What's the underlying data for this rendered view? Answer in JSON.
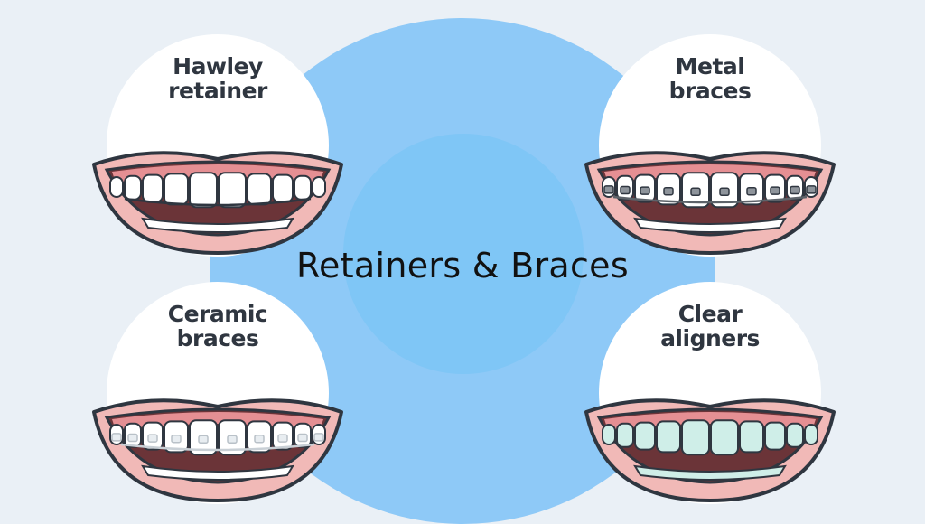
{
  "title": "Retainers & Braces",
  "colors": {
    "background": "#eaf0f6",
    "circle": "#8ec9f7",
    "lip": "#f1b9b7",
    "outline": "#2f3640"
  },
  "items": [
    {
      "line1": "Hawley",
      "line2": "retainer",
      "icon": "hawley-retainer-mouth-icon"
    },
    {
      "line1": "Metal",
      "line2": "braces",
      "icon": "metal-braces-mouth-icon"
    },
    {
      "line1": "Ceramic",
      "line2": "braces",
      "icon": "ceramic-braces-mouth-icon"
    },
    {
      "line1": "Clear",
      "line2": "aligners",
      "icon": "clear-aligners-mouth-icon"
    }
  ]
}
